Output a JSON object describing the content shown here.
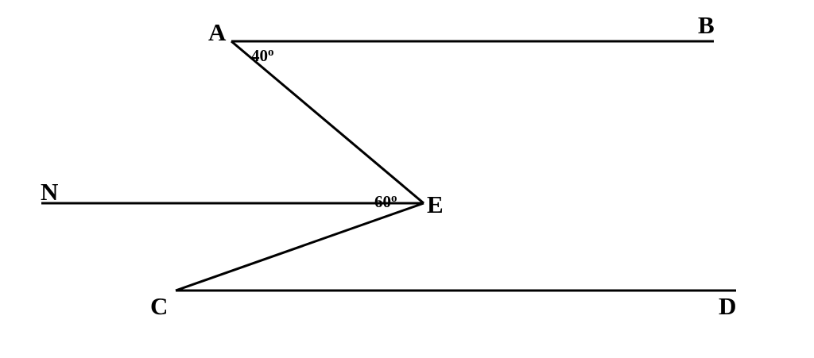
{
  "points": {
    "A": "A",
    "B": "B",
    "C": "C",
    "D": "D",
    "E": "E",
    "N": "N"
  },
  "angles": {
    "at_A": {
      "value": "40",
      "unit": "o"
    },
    "at_E": {
      "value": "60",
      "unit": "o"
    }
  },
  "colors": {
    "stroke": "#000000",
    "background": "#ffffff"
  }
}
